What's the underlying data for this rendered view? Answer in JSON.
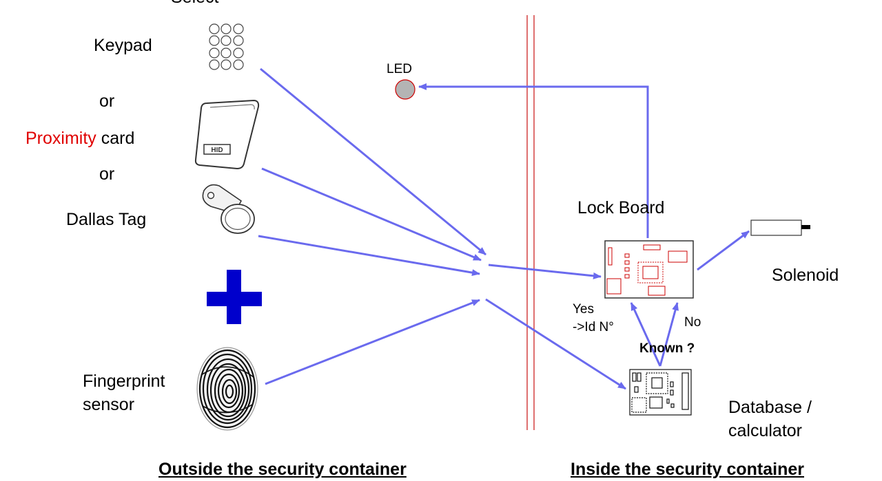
{
  "labels": {
    "top_cut": "Select",
    "keypad": "Keypad",
    "or_1": "or",
    "proximity_word": "Proximity",
    "card_word": "card",
    "or_2": "or",
    "dallas_tag": "Dallas Tag",
    "fingerprint_line1": "Fingerprint",
    "fingerprint_line2": "sensor",
    "led": "LED",
    "lock_board": "Lock Board",
    "solenoid": "Solenoid",
    "yes": "Yes",
    "id_number": "->Id N°",
    "no": "No",
    "known": "Known ?",
    "database_line1": "Database /",
    "database_line2": "calculator",
    "outside_caption": "Outside the security container",
    "inside_caption": "Inside the security container",
    "hid_text": "HID"
  },
  "colors": {
    "arrow": "#6a6aee",
    "wall": "#cc2222",
    "proximity": "#e00000",
    "plus": "#0000cc",
    "led_fill": "#b4b4b4",
    "board_lines": "#cc0000"
  },
  "icons": [
    "keypad-icon",
    "proximity-card-icon",
    "dallas-tag-icon",
    "plus-icon",
    "fingerprint-icon",
    "led-icon",
    "lock-board-icon",
    "solenoid-icon",
    "database-board-icon"
  ]
}
